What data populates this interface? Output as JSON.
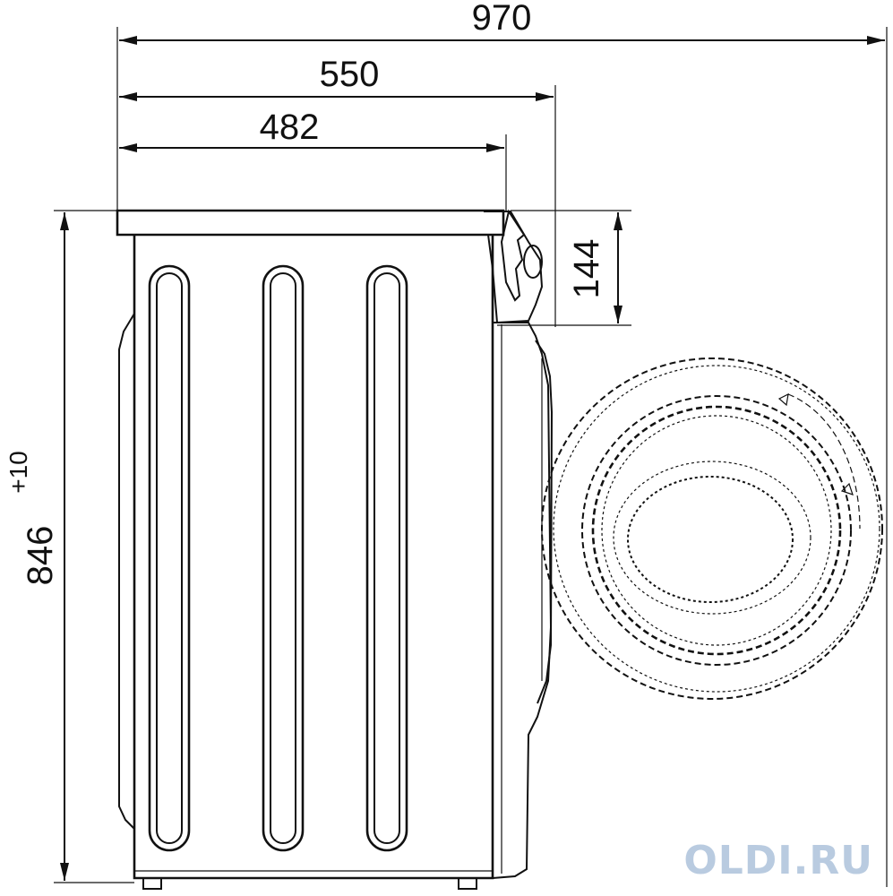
{
  "dimensions": {
    "total_depth": "970",
    "body_depth_with_panel": "550",
    "body_depth": "482",
    "top_panel_height": "144",
    "height": "846",
    "height_tolerance": "+10"
  },
  "watermark": "OLDI.RU",
  "colors": {
    "line": "#111111",
    "watermark": "#b9cbe0",
    "background": "#ffffff"
  }
}
